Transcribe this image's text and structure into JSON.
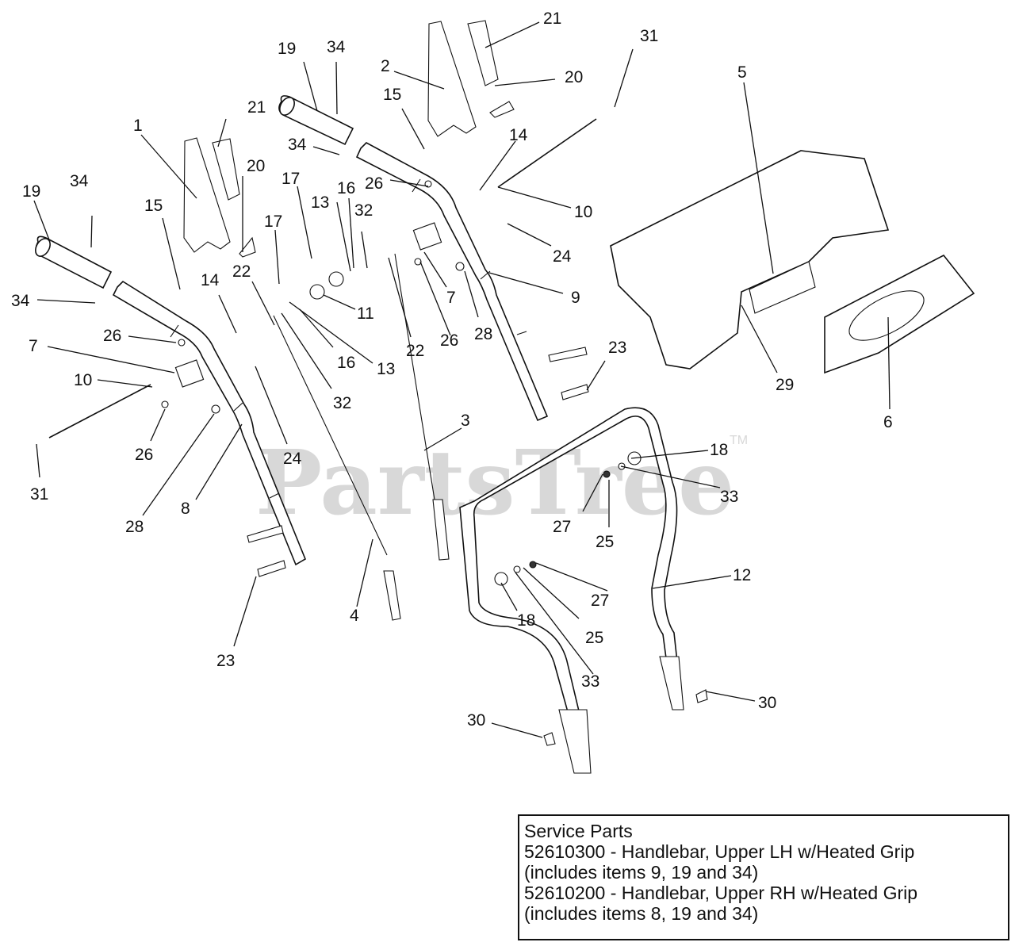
{
  "watermark": {
    "text": "PartsTree",
    "trademark": "TM"
  },
  "callouts": {
    "c1": "1",
    "c2": "2",
    "c3": "3",
    "c4": "4",
    "c5": "5",
    "c6": "6",
    "c7a": "7",
    "c7b": "7",
    "c8": "8",
    "c9": "9",
    "c10a": "10",
    "c10b": "10",
    "c11": "11",
    "c12": "12",
    "c13a": "13",
    "c13b": "13",
    "c14a": "14",
    "c14b": "14",
    "c15a": "15",
    "c15b": "15",
    "c16a": "16",
    "c16b": "16",
    "c17a": "17",
    "c17b": "17",
    "c18a": "18",
    "c18b": "18",
    "c19a": "19",
    "c19b": "19",
    "c20a": "20",
    "c20b": "20",
    "c21a": "21",
    "c21b": "21",
    "c22a": "22",
    "c22b": "22",
    "c23a": "23",
    "c23b": "23",
    "c24a": "24",
    "c24b": "24",
    "c25a": "25",
    "c25b": "25",
    "c26a": "26",
    "c26b": "26",
    "c26c": "26",
    "c26d": "26",
    "c27a": "27",
    "c27b": "27",
    "c28a": "28",
    "c28b": "28",
    "c29": "29",
    "c30a": "30",
    "c30b": "30",
    "c31a": "31",
    "c31b": "31",
    "c32a": "32",
    "c32b": "32",
    "c33a": "33",
    "c33b": "33",
    "c34a": "34",
    "c34b": "34",
    "c34c": "34",
    "c34d": "34"
  },
  "service_parts": {
    "heading": "Service Parts",
    "line1": "52610300 - Handlebar, Upper LH w/Heated Grip",
    "line2": "(includes items 9, 19 and 34)",
    "line3": "52610200 - Handlebar, Upper RH w/Heated Grip",
    "line4": "(includes items 8, 19 and 34)"
  }
}
